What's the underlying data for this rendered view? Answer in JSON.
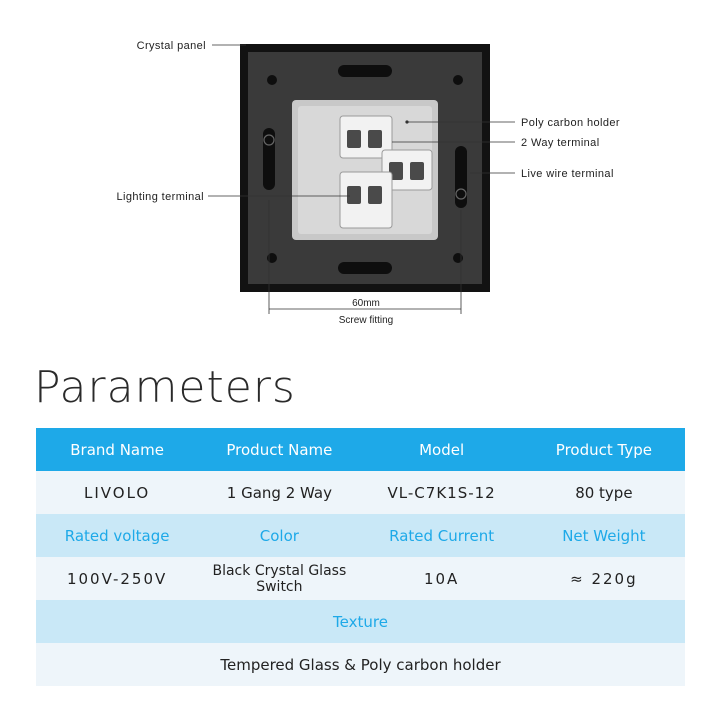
{
  "diagram": {
    "labels": {
      "crystal_panel": "Crystal panel",
      "poly_carbon_holder": "Poly carbon holder",
      "two_way_terminal": "2 Way terminal",
      "live_wire_terminal": "Live wire terminal",
      "lighting_terminal": "Lighting terminal"
    },
    "dimension": {
      "value": "60mm",
      "caption": "Screw fitting"
    }
  },
  "title": "Parameters",
  "table": {
    "header": [
      "Brand Name",
      "Product Name",
      "Model",
      "Product Type"
    ],
    "row1": [
      "LIVOLO",
      "1 Gang 2 Way",
      "VL-C7K1S-12",
      "80 type"
    ],
    "row2_labels": [
      "Rated voltage",
      "Color",
      "Rated Current",
      "Net Weight"
    ],
    "row3": [
      "100V-250V",
      "Black Crystal Glass Switch",
      "10A",
      "≈ 220g"
    ],
    "texture_label": "Texture",
    "texture_value": "Tempered Glass & Poly carbon holder"
  },
  "colors": {
    "header_blue": "#1ea9e8",
    "light_blue": "#c9e8f7",
    "row_grey": "#eef5fa",
    "panel_black": "#2b2b2b"
  }
}
